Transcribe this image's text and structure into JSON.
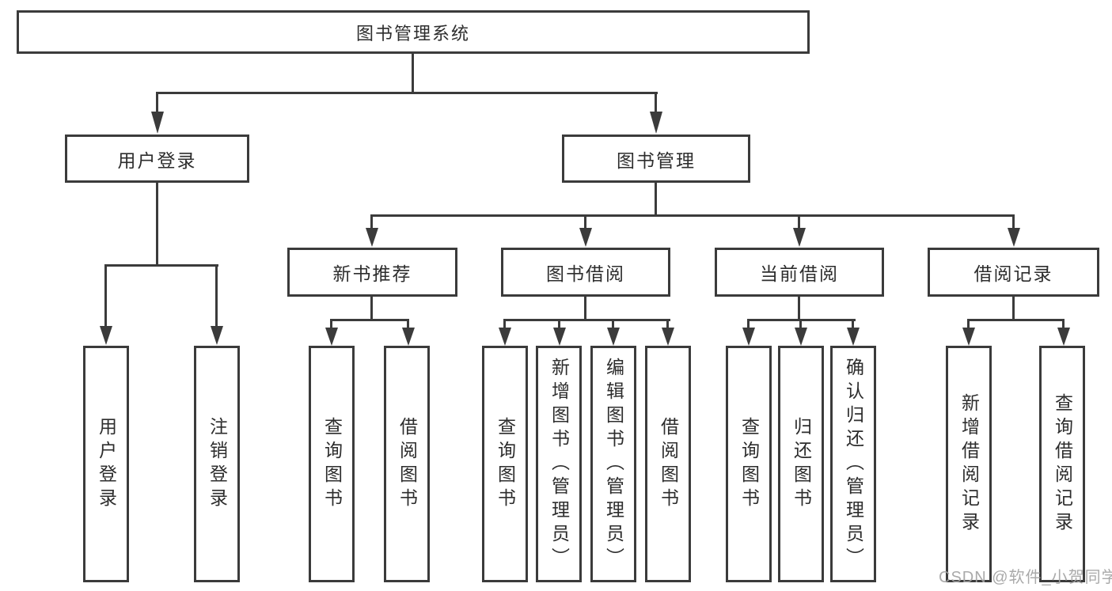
{
  "diagram": {
    "title": "图书管理系统",
    "root": {
      "label": "图书管理系统"
    },
    "branches": {
      "user_login": {
        "label": "用户登录",
        "children": [
          "用户登录",
          "注销登录"
        ]
      },
      "book_management": {
        "label": "图书管理",
        "children": {
          "new_book_recommend": {
            "label": "新书推荐",
            "children": [
              "查询图书",
              "借阅图书"
            ]
          },
          "book_borrow": {
            "label": "图书借阅",
            "children": [
              "查询图书",
              "新增图书（管理员）",
              "编辑图书（管理员）",
              "借阅图书"
            ]
          },
          "current_borrow": {
            "label": "当前借阅",
            "children": [
              "查询图书",
              "归还图书",
              "确认归还（管理员）"
            ]
          },
          "borrow_records": {
            "label": "借阅记录",
            "children": [
              "新增借阅记录",
              "查询借阅记录"
            ]
          }
        }
      }
    }
  },
  "watermark": {
    "text": "CSDN @软件_小贺同学"
  },
  "colors": {
    "line": "#3b3b3b",
    "text": "#2d2d2d",
    "background": "#ffffff",
    "watermark": "#a3a3a3"
  }
}
